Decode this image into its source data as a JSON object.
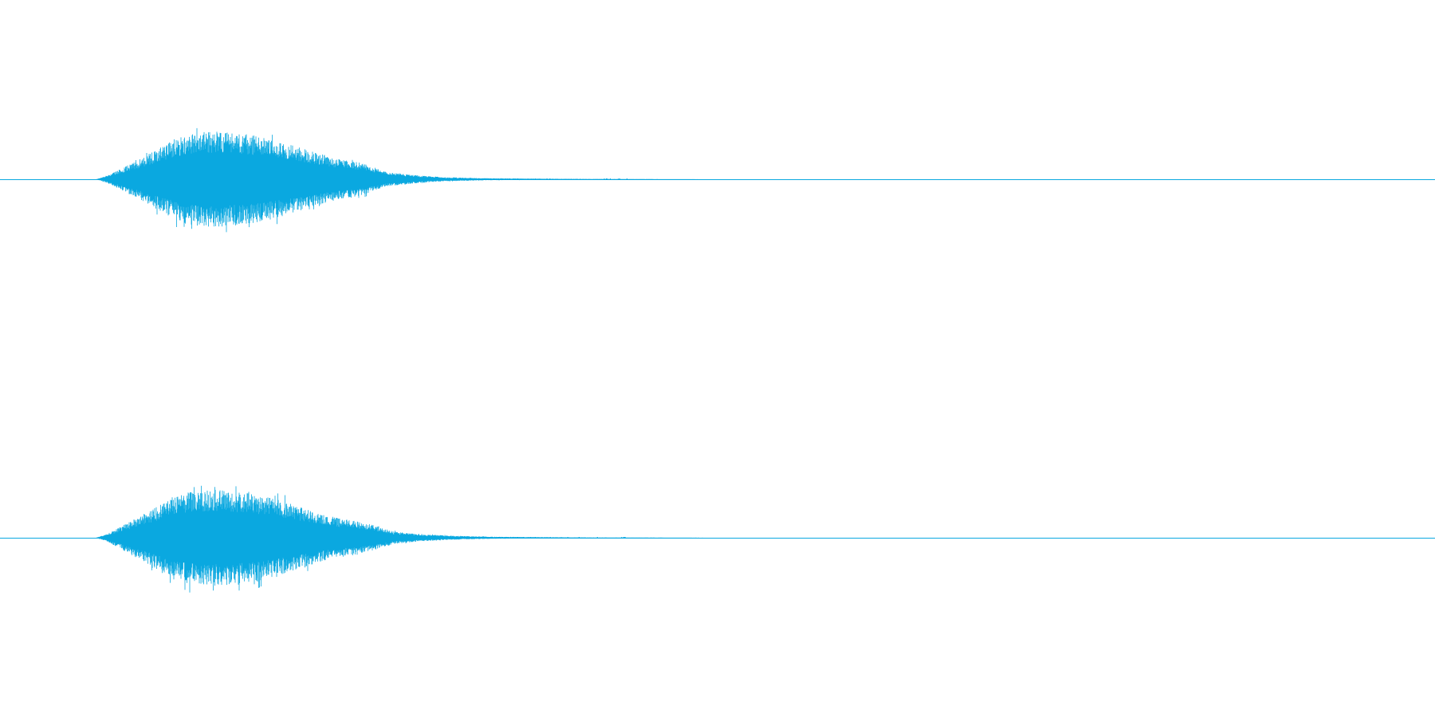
{
  "waveform": {
    "color": "#0aa8e0",
    "channels": [
      {
        "channel_label_shown": false,
        "envelope": [
          [
            0.0,
            0.0
          ],
          [
            0.067,
            0.0
          ],
          [
            0.075,
            0.08
          ],
          [
            0.085,
            0.22
          ],
          [
            0.1,
            0.45
          ],
          [
            0.115,
            0.7
          ],
          [
            0.13,
            0.92
          ],
          [
            0.145,
            0.98
          ],
          [
            0.16,
            0.95
          ],
          [
            0.175,
            0.9
          ],
          [
            0.19,
            0.8
          ],
          [
            0.205,
            0.68
          ],
          [
            0.22,
            0.55
          ],
          [
            0.235,
            0.42
          ],
          [
            0.245,
            0.38
          ],
          [
            0.255,
            0.3
          ],
          [
            0.27,
            0.14
          ],
          [
            0.29,
            0.08
          ],
          [
            0.31,
            0.04
          ],
          [
            0.34,
            0.02
          ],
          [
            0.38,
            0.01
          ],
          [
            0.44,
            0.004
          ],
          [
            0.5,
            0.0
          ],
          [
            1.0,
            0.0
          ]
        ]
      },
      {
        "channel_label_shown": false,
        "envelope": [
          [
            0.0,
            0.0
          ],
          [
            0.067,
            0.0
          ],
          [
            0.075,
            0.08
          ],
          [
            0.085,
            0.24
          ],
          [
            0.1,
            0.48
          ],
          [
            0.115,
            0.72
          ],
          [
            0.13,
            0.92
          ],
          [
            0.145,
            0.98
          ],
          [
            0.16,
            0.96
          ],
          [
            0.175,
            0.9
          ],
          [
            0.19,
            0.8
          ],
          [
            0.205,
            0.66
          ],
          [
            0.22,
            0.52
          ],
          [
            0.235,
            0.4
          ],
          [
            0.25,
            0.34
          ],
          [
            0.262,
            0.24
          ],
          [
            0.275,
            0.12
          ],
          [
            0.295,
            0.07
          ],
          [
            0.315,
            0.04
          ],
          [
            0.345,
            0.02
          ],
          [
            0.385,
            0.01
          ],
          [
            0.44,
            0.004
          ],
          [
            0.5,
            0.0
          ],
          [
            1.0,
            0.0
          ]
        ]
      }
    ]
  }
}
